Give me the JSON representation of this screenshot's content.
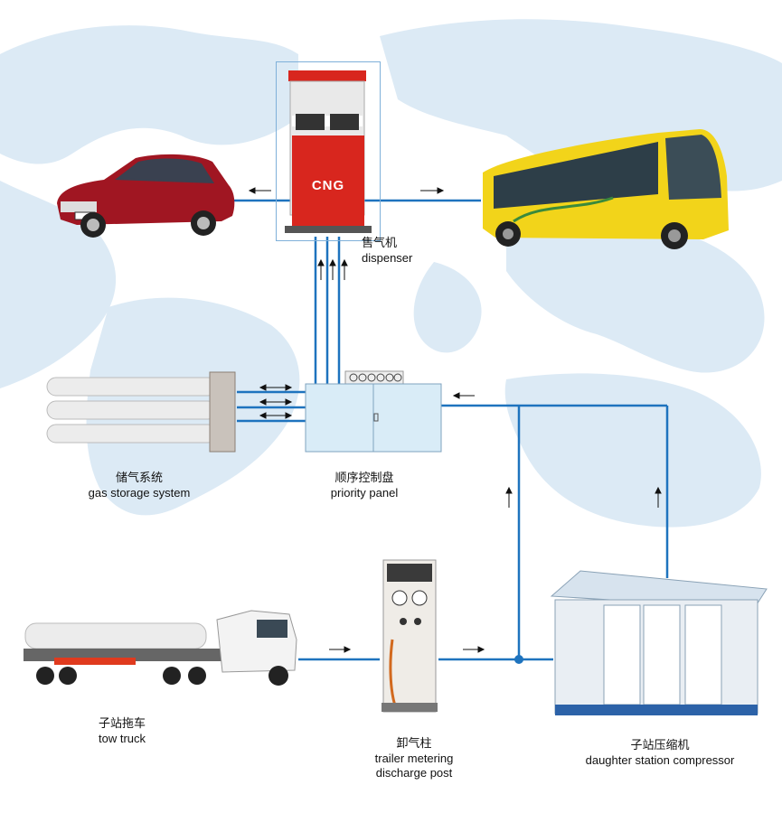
{
  "dispenser": {
    "zh": "售气机",
    "en": "dispenser",
    "sign": "CNG"
  },
  "storage": {
    "zh": "储气系统",
    "en": "gas storage system"
  },
  "panel": {
    "zh": "顺序控制盘",
    "en": "priority panel"
  },
  "truck": {
    "zh": "子站拖车",
    "en": "tow truck"
  },
  "post": {
    "zh": "卸气柱",
    "en1": "trailer metering",
    "en2": "discharge post"
  },
  "compressor": {
    "zh": "子站压缩机",
    "en": "daughter station compressor"
  },
  "colors": {
    "pipe": "#1e73be",
    "map": "#dceaf5",
    "dispenser_red": "#d8261e",
    "bus_yellow": "#f2d41a",
    "car_red": "#a01622",
    "panel": "#d9ecf7",
    "compressor": "#e9eef3"
  }
}
